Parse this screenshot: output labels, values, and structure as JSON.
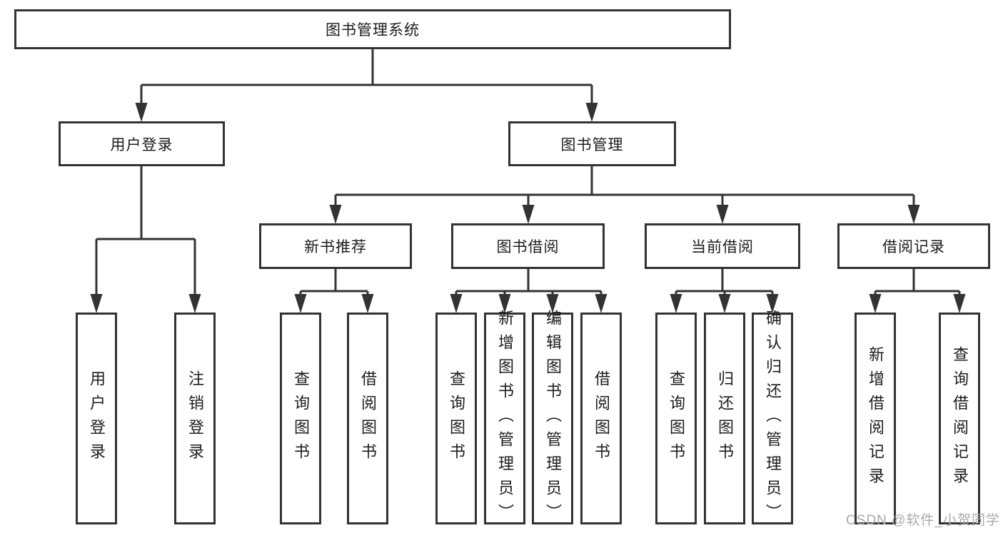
{
  "tree": {
    "root": {
      "label": "图书管理系统"
    },
    "level2": [
      {
        "label": "用户登录",
        "children": [
          {
            "label": "用户登录"
          },
          {
            "label": "注销登录"
          }
        ]
      },
      {
        "label": "图书管理"
      }
    ],
    "level3": [
      {
        "label": "新书推荐",
        "children": [
          {
            "label": "查询图书"
          },
          {
            "label": "借阅图书"
          }
        ]
      },
      {
        "label": "图书借阅",
        "children": [
          {
            "label": "查询图书"
          },
          {
            "label": "新增图书（管理员）"
          },
          {
            "label": "编辑图书（管理员）"
          },
          {
            "label": "借阅图书"
          }
        ]
      },
      {
        "label": "当前借阅",
        "children": [
          {
            "label": "查询图书"
          },
          {
            "label": "归还图书"
          },
          {
            "label": "确认归还（管理员）"
          }
        ]
      },
      {
        "label": "借阅记录",
        "children": [
          {
            "label": "新增借阅记录"
          },
          {
            "label": "查询借阅记录"
          }
        ]
      }
    ]
  },
  "watermark": {
    "text": "CSDN @软件_小贺同学"
  },
  "colors": {
    "line": "#333333",
    "text": "#1c1c1c",
    "watermark": "#a9a9a9",
    "background": "#ffffff"
  }
}
